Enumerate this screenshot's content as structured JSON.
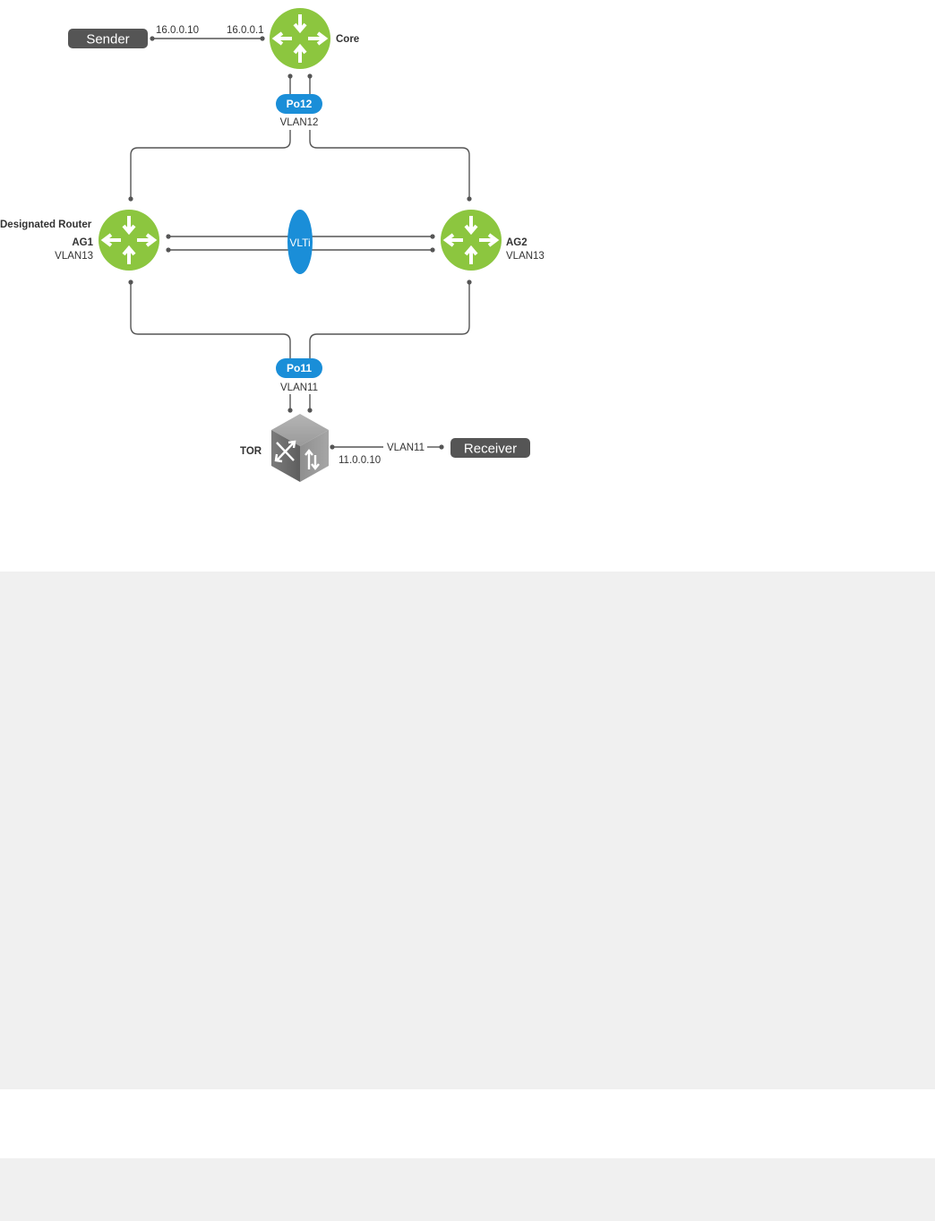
{
  "nodes": {
    "sender": "Sender",
    "receiver": "Receiver",
    "core": "Core",
    "designated_router": "Designated Router",
    "ag1": "AG1",
    "ag1_vlan": "VLAN13",
    "ag2": "AG2",
    "ag2_vlan": "VLAN13",
    "tor": "TOR"
  },
  "links": {
    "sender_ip": "16.0.0.10",
    "core_ip": "16.0.0.1",
    "po12": "Po12",
    "vlan12": "VLAN12",
    "vlti": "VLTi",
    "po11": "Po11",
    "vlan11_po": "VLAN11",
    "tor_ip": "11.0.0.10",
    "vlan11_rx": "VLAN11"
  },
  "code_blocks": [
    "",
    ""
  ],
  "colors": {
    "router_green": "#8cc63f",
    "link_blue": "#1a8ed8",
    "pill_dark": "#555555",
    "code_bg": "#f0f0f0"
  }
}
